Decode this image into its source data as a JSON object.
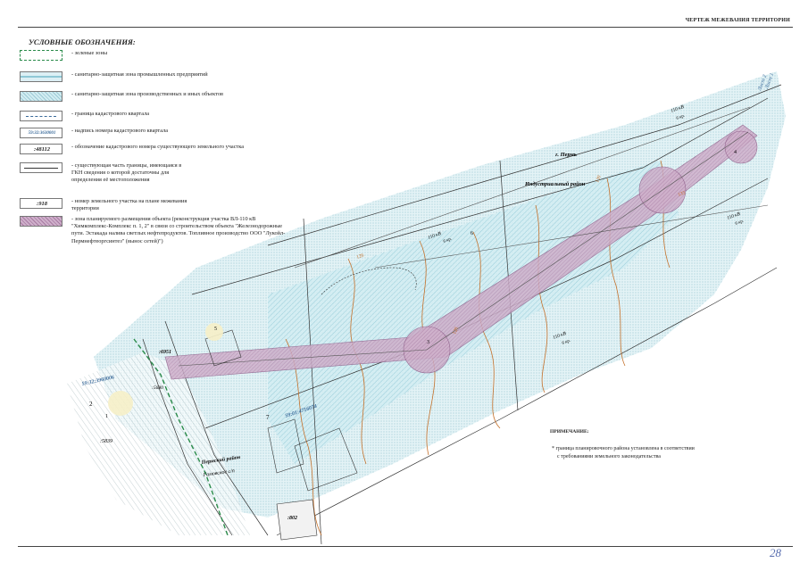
{
  "header": {
    "title": "ЧЕРТЕЖ МЕЖЕВАНИЯ ТЕРРИТОРИИ"
  },
  "legend": {
    "title": "УСЛОВНЫЕ ОБОЗНАЧЕНИЯ:",
    "items": [
      {
        "text": "- зеленые зоны"
      },
      {
        "text": "- санитарно-защитная зона промышленных предприятий"
      },
      {
        "text": "- санитарно-защитная зона производственных и иных объектов"
      },
      {
        "text": "- граница кадастрового квартала"
      },
      {
        "code": "59:32:3630001",
        "text": "- надпись номера кадастрового квартала"
      },
      {
        "code": ":48112",
        "text": "- обозначение кадастрового номера существующего земельного участка"
      },
      {
        "text": "- существующая часть границы, имеющаяся в ГКН сведения о которой достаточны для определения её местоположения"
      },
      {
        "code": ":918",
        "text": "- номер земельного участка на плане межевания территории"
      },
      {
        "text": "- зона планируемого размещения объекта (реконструкция участка ВЛ-110 кВ \"Химкомплекс-Комплекс п. 1, 2\" в связи со строительством объекта \"Железнодорожные пути. Эстакада налива светлых нефтепродуктов. Топливное производство ООО \"Лукойл-Пермнефтеоргсинтез\" (вынос сетей)\")"
      }
    ]
  },
  "map": {
    "city": "г. Пермь",
    "district_industrial": "Индустриальный район",
    "district_perm": "Пермский район",
    "settlement": "Гамовское с/п",
    "quarter_main": "59:32:3960006",
    "quarter_east": "59:01:4716074",
    "parcels": [
      "1",
      "2",
      "3",
      "4",
      "5",
      "6",
      "7"
    ],
    "parcel_codes": [
      ":6951",
      ":5839",
      ":5680",
      ":802"
    ],
    "sheet_1": "Лист 1",
    "sheet_2": "Лист 2",
    "line_labels": [
      "110 кВ",
      "110 кВ",
      "110 кВ",
      "110 кВ"
    ],
    "line_sublabels": [
      "6 кр.",
      "6 кр.",
      "6 кр.",
      "6 кр."
    ],
    "contour_labels": [
      "130",
      "133",
      "128",
      "126"
    ]
  },
  "note": {
    "title": "ПРИМЕЧАНИЕ:",
    "line1": "* граница планировочного района установлена в соответствии",
    "line2": "с требованиями земельного законодательства"
  },
  "page_number": "28",
  "colors": {
    "protection_zone": "#bfe3ea",
    "planned_zone": "#c9a6c4",
    "green_zone": "#2a8b4a",
    "contour": "#c4702a"
  }
}
